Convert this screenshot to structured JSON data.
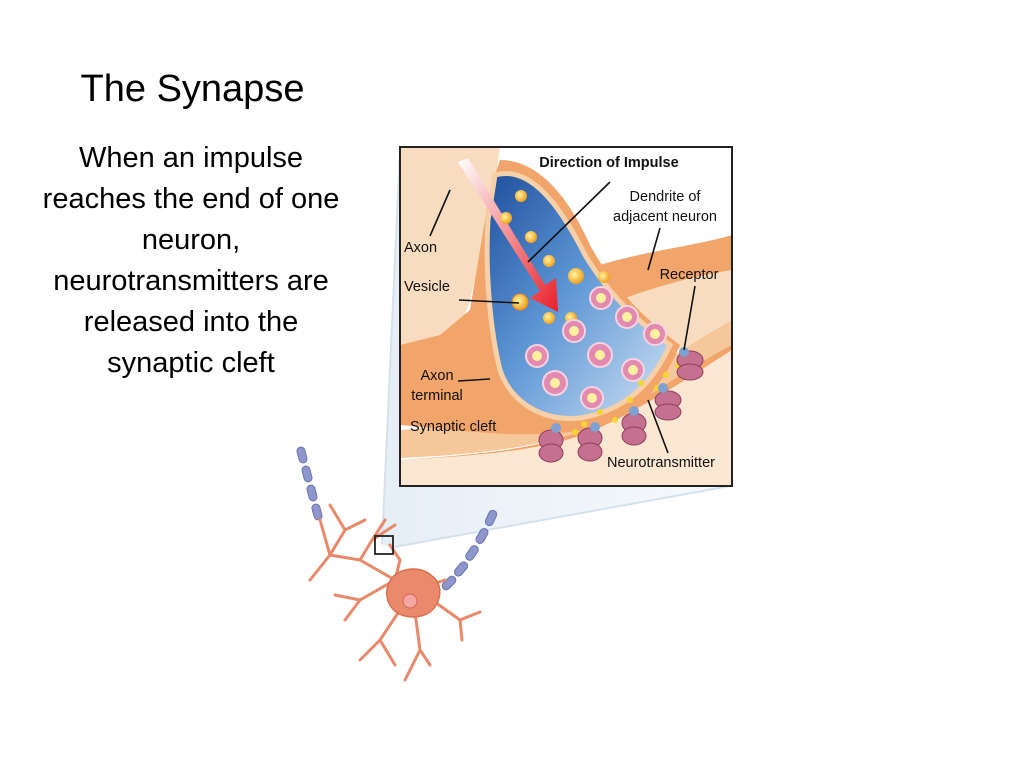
{
  "slide": {
    "title": "The Synapse",
    "body_lines": [
      "When an impulse",
      "reaches the end of one",
      "neuron,",
      "neurotransmitters are",
      "released into the",
      "synaptic cleft"
    ]
  },
  "diagram": {
    "direction_label": "Direction of Impulse",
    "labels": {
      "dendrite_line1": "Dendrite of",
      "dendrite_line2": "adjacent neuron",
      "axon": "Axon",
      "receptor": "Receptor",
      "vesicle": "Vesicle",
      "axon_terminal_line1": "Axon",
      "axon_terminal_line2": "terminal",
      "synaptic_cleft": "Synaptic cleft",
      "neurotransmitter": "Neurotransmitter"
    },
    "colors": {
      "axon_tan": "#f8dcc0",
      "terminal_blue": "#2b64b0",
      "cleft_orange": "#f2a56a",
      "vesicle_pink": "#e28ab0",
      "receptor_pink": "#c4708e",
      "neuron_salmon": "#ea8a6c",
      "myelin_lavender": "#8e96cc",
      "arrow_red": "#e8202a"
    }
  }
}
